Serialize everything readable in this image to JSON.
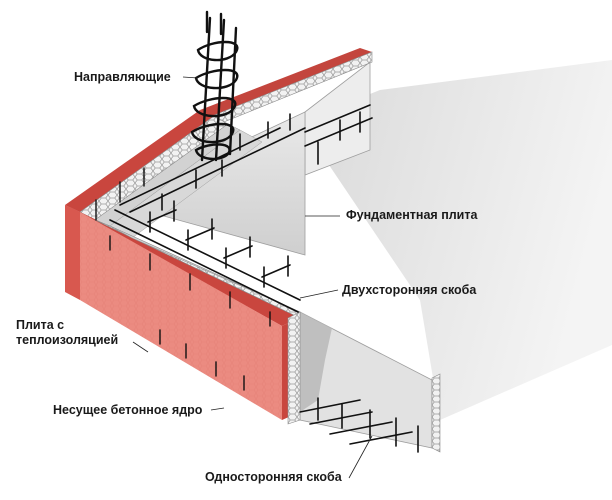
{
  "labels": {
    "guides": "Направляющие",
    "foundation_slab": "Фундаментная плита",
    "double_tie": "Двухсторонняя скоба",
    "insulated_panel_line1": "Плита с",
    "insulated_panel_line2": "теплоизоляцией",
    "bearing_core": "Несущее бетонное ядро",
    "single_tie": "Односторонняя скоба"
  },
  "colors": {
    "outer_panel_face": "#eb8a80",
    "outer_panel_top": "#d24f46",
    "insulation": "#eeeeee",
    "concrete_light": "#e4e4e4",
    "concrete_shadow": "#bdbdbd",
    "rebar": "#111111",
    "slab": "#e6e6e6"
  }
}
